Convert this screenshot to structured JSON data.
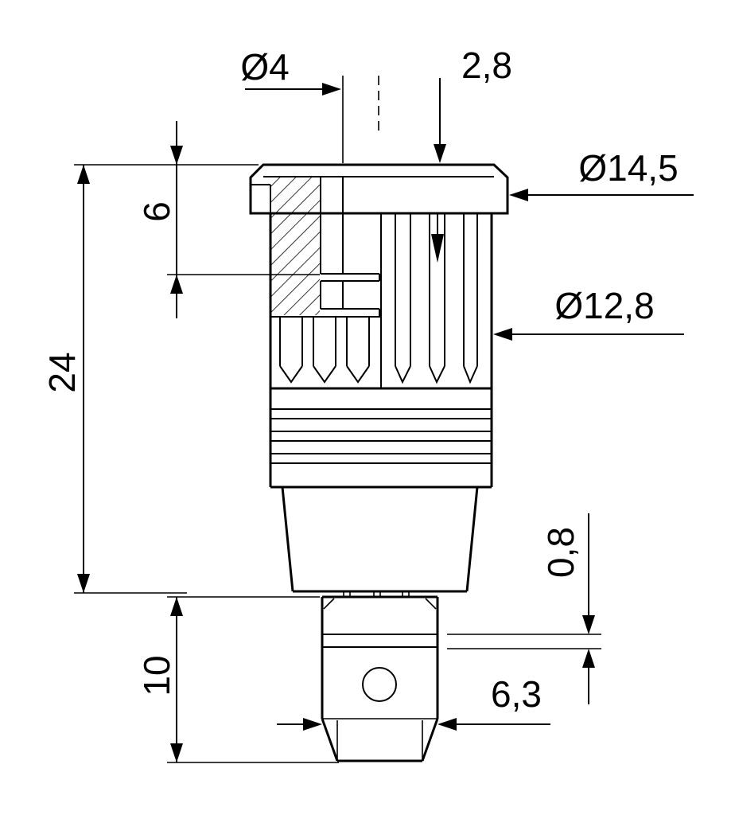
{
  "drawing": {
    "kind": "technical-dimension-drawing",
    "subject": "panel-mount socket connector, sectioned side view",
    "colors": {
      "line": "#000000",
      "background": "#ffffff"
    },
    "labels": {
      "hole_diameter": "Ø4",
      "slot_width": "2,8",
      "flange_diameter": "Ø14,5",
      "body_diameter": "Ø12,8",
      "overall_height": "24",
      "upper_depth": "6",
      "shaft_length": "10",
      "groove_width": "0,8",
      "shaft_diameter": "6,3"
    }
  }
}
